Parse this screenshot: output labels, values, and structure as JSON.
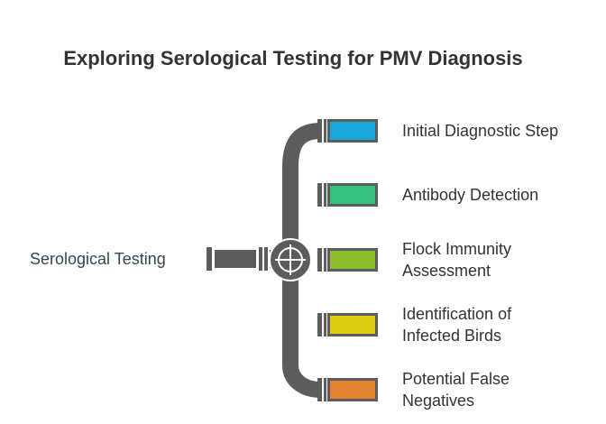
{
  "title": "Exploring Serological Testing for PMV Diagnosis",
  "root": {
    "label": "Serological Testing"
  },
  "branches": [
    {
      "lines": [
        "Initial Diagnostic Step"
      ],
      "color": "#1aa7dc"
    },
    {
      "lines": [
        "Antibody Detection"
      ],
      "color": "#35c07d"
    },
    {
      "lines": [
        "Flock Immunity",
        "Assessment"
      ],
      "color": "#8bbd2f"
    },
    {
      "lines": [
        "Identification of",
        "Infected Birds"
      ],
      "color": "#dccd12"
    },
    {
      "lines": [
        "Potential False",
        "Negatives"
      ],
      "color": "#e3822f"
    }
  ],
  "colors": {
    "pipe": "#5c5c5c",
    "title": "#333333",
    "root_text": "#2f4858"
  }
}
